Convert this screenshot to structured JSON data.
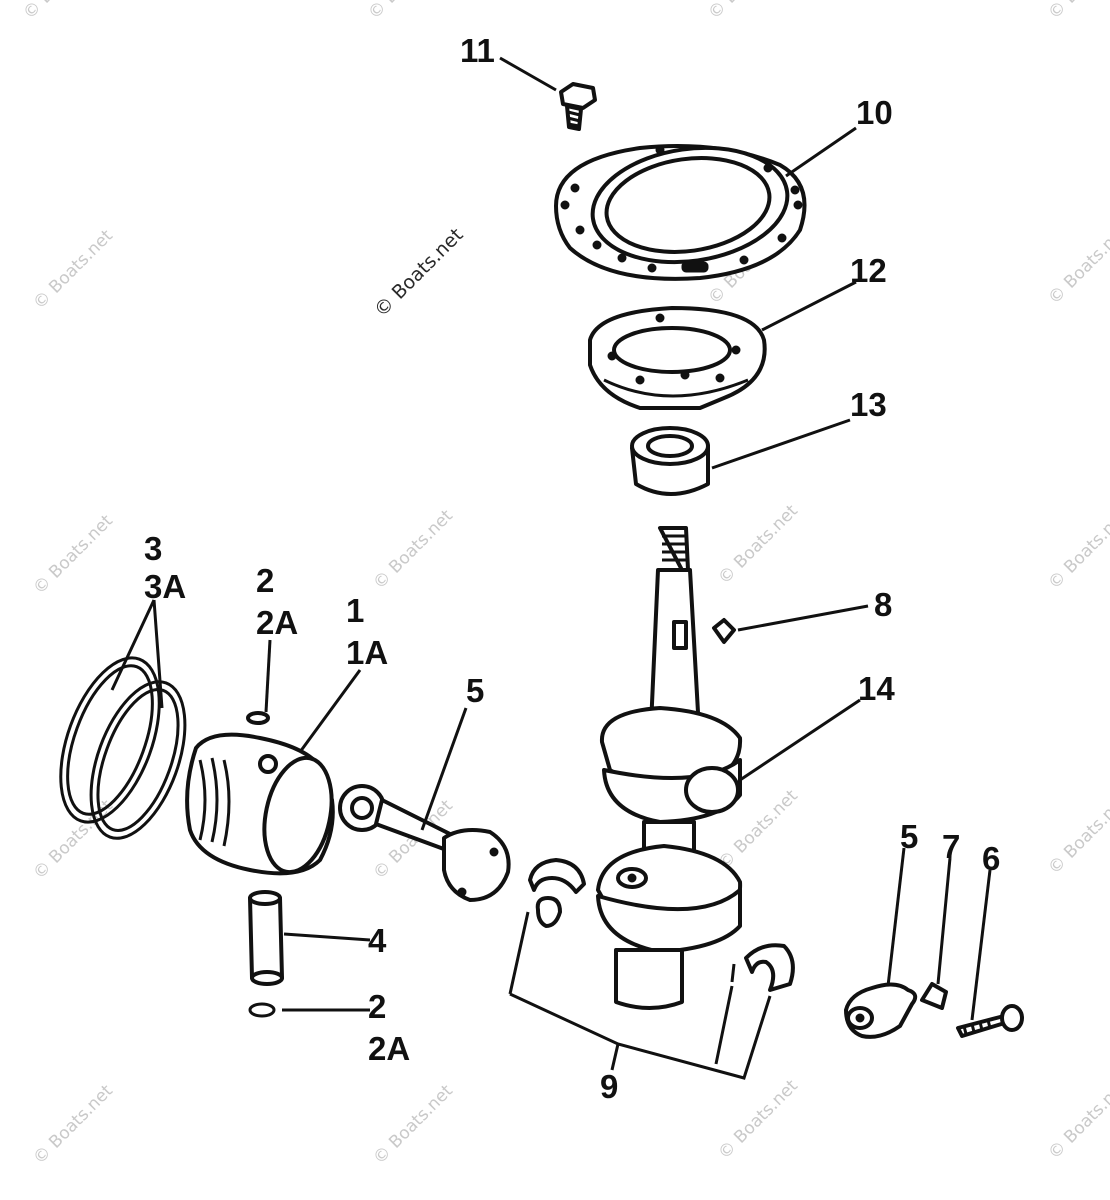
{
  "diagram": {
    "watermark_text": "© Boats.net",
    "callouts": {
      "p11": "11",
      "p10": "10",
      "p12": "12",
      "p13": "13",
      "p8": "8",
      "p14": "14",
      "p3": "3",
      "p3a": "3A",
      "p2_top": "2",
      "p2a_top": "2A",
      "p1": "1",
      "p1a": "1A",
      "p5_rod": "5",
      "p4": "4",
      "p2_bottom": "2",
      "p2a_bottom": "2A",
      "p9": "9",
      "p5_cap": "5",
      "p7": "7",
      "p6": "6"
    }
  }
}
